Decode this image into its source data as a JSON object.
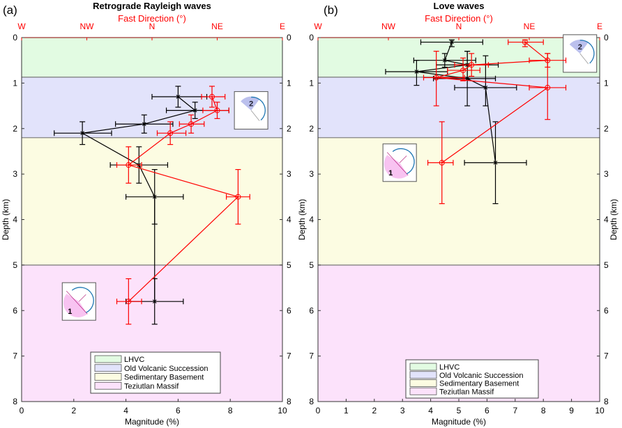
{
  "chart_data": [
    {
      "type": "scatter",
      "panel_label": "(a)",
      "title": "Retrograde Rayleigh waves",
      "subtitle": "Fast Direction (°)",
      "xlabel": "Magnitude (%)",
      "ylabel": "Depth (km)",
      "xlim": [
        0,
        10
      ],
      "ylim": [
        0,
        8
      ],
      "y_inverted": true,
      "x_ticks": [
        "0",
        "2",
        "4",
        "6",
        "8",
        "10"
      ],
      "y_ticks": [
        "0",
        "1",
        "2",
        "3",
        "4",
        "5",
        "6",
        "7",
        "8"
      ],
      "top_axis_ticks": [
        "W",
        "NW",
        "N",
        "NE",
        "E"
      ],
      "layers": [
        {
          "name": "LHVC",
          "top": 0,
          "bottom": 0.87,
          "color": "#e2fbe2"
        },
        {
          "name": "Old Volcanic Succession",
          "top": 0.87,
          "bottom": 2.2,
          "color": "#e2e3fb"
        },
        {
          "name": "Sedimentary Basement",
          "top": 2.2,
          "bottom": 5,
          "color": "#fcfce2"
        },
        {
          "name": "Teziutlan Massif",
          "top": 5,
          "bottom": 8,
          "color": "#fce2fb"
        }
      ],
      "series": [
        {
          "name": "Magnitude",
          "color": "#000000",
          "marker": "star",
          "points": [
            {
              "x": 6.0,
              "y": 1.3,
              "xerr": [
                5.0,
                7.1
              ],
              "yerr": [
                1.07,
                1.53
              ]
            },
            {
              "x": 6.65,
              "y": 1.6,
              "xerr": [
                5.55,
                7.95
              ],
              "yerr": [
                1.42,
                1.78
              ]
            },
            {
              "x": 4.7,
              "y": 1.9,
              "xerr": [
                3.6,
                5.8
              ],
              "yerr": [
                1.7,
                2.1
              ]
            },
            {
              "x": 2.33,
              "y": 2.1,
              "xerr": [
                1.25,
                3.45
              ],
              "yerr": [
                1.85,
                2.35
              ]
            },
            {
              "x": 4.5,
              "y": 2.8,
              "xerr": [
                3.4,
                5.6
              ],
              "yerr": [
                2.4,
                3.2
              ]
            },
            {
              "x": 5.1,
              "y": 3.5,
              "xerr": [
                4.0,
                6.2
              ],
              "yerr": [
                2.9,
                4.1
              ]
            },
            {
              "x": 5.1,
              "y": 5.8,
              "xerr": [
                4.0,
                6.2
              ],
              "yerr": [
                5.3,
                6.3
              ]
            }
          ]
        },
        {
          "name": "Fast Direction",
          "color": "#ff0000",
          "marker": "circle",
          "points": [
            {
              "x": 7.3,
              "y": 1.3,
              "xerr": [
                6.9,
                7.8
              ],
              "yerr": [
                1.07,
                1.53
              ]
            },
            {
              "x": 7.5,
              "y": 1.6,
              "xerr": [
                6.95,
                7.95
              ],
              "yerr": [
                1.42,
                1.78
              ]
            },
            {
              "x": 6.5,
              "y": 1.9,
              "xerr": [
                6.05,
                7.0
              ],
              "yerr": [
                1.7,
                2.1
              ]
            },
            {
              "x": 5.7,
              "y": 2.1,
              "xerr": [
                5.2,
                6.3
              ],
              "yerr": [
                1.85,
                2.35
              ]
            },
            {
              "x": 4.1,
              "y": 2.8,
              "xerr": [
                3.65,
                4.6
              ],
              "yerr": [
                2.4,
                3.2
              ]
            },
            {
              "x": 8.3,
              "y": 3.5,
              "xerr": [
                7.85,
                8.75
              ],
              "yerr": [
                2.9,
                4.1
              ]
            },
            {
              "x": 4.1,
              "y": 5.8,
              "xerr": [
                3.65,
                4.6
              ],
              "yerr": [
                5.3,
                6.3
              ]
            }
          ]
        }
      ],
      "insets": [
        {
          "label": "2",
          "layer": "Old Volcanic Succession",
          "depth": 1.6,
          "x": 8.8,
          "fill": "#aab0e8"
        },
        {
          "label": "1",
          "layer": "Teziutlan Massif",
          "depth": 5.8,
          "x": 2.2,
          "fill": "#f7b9ef"
        }
      ],
      "legend": {
        "placement": "bottom-center",
        "entries": [
          "LHVC",
          "Old Volcanic Succession",
          "Sedimentary Basement",
          "Teziutlan Massif"
        ]
      }
    },
    {
      "type": "scatter",
      "panel_label": "(b)",
      "title": "Love waves",
      "subtitle": "Fast Direction (°)",
      "xlabel": "Magnitude (%)",
      "ylabel": "Depth (km)",
      "xlim": [
        0,
        10
      ],
      "ylim": [
        0,
        8
      ],
      "y_inverted": true,
      "x_ticks": [
        "0",
        "1",
        "2",
        "3",
        "4",
        "5",
        "6",
        "7",
        "8",
        "9",
        "10"
      ],
      "y_ticks": [
        "0",
        "1",
        "2",
        "3",
        "4",
        "5",
        "6",
        "7",
        "8"
      ],
      "top_axis_ticks": [
        "W",
        "NW",
        "N",
        "NE",
        "E"
      ],
      "layers": [
        {
          "name": "LHVC",
          "top": 0,
          "bottom": 0.87,
          "color": "#e2fbe2"
        },
        {
          "name": "Old Volcanic Succession",
          "top": 0.87,
          "bottom": 2.2,
          "color": "#e2e3fb"
        },
        {
          "name": "Sedimentary Basement",
          "top": 2.2,
          "bottom": 5,
          "color": "#fcfce2"
        },
        {
          "name": "Teziutlan Massif",
          "top": 5,
          "bottom": 8,
          "color": "#fce2fb"
        }
      ],
      "series": [
        {
          "name": "Magnitude",
          "color": "#000000",
          "marker": "star",
          "points": [
            {
              "x": 4.75,
              "y": 0.1,
              "xerr": [
                3.65,
                5.85
              ],
              "yerr": [
                0.05,
                0.2
              ]
            },
            {
              "x": 4.5,
              "y": 0.5,
              "xerr": [
                3.4,
                5.6
              ],
              "yerr": [
                0.35,
                0.65
              ]
            },
            {
              "x": 5.3,
              "y": 0.6,
              "xerr": [
                4.2,
                6.4
              ],
              "yerr": [
                0.3,
                0.9
              ]
            },
            {
              "x": 3.5,
              "y": 0.75,
              "xerr": [
                2.4,
                4.6
              ],
              "yerr": [
                0.5,
                1.05
              ]
            },
            {
              "x": 5.3,
              "y": 0.9,
              "xerr": [
                4.1,
                6.3
              ],
              "yerr": [
                0.3,
                1.5
              ]
            },
            {
              "x": 5.95,
              "y": 1.1,
              "xerr": [
                4.85,
                7.05
              ],
              "yerr": [
                0.4,
                1.5
              ]
            },
            {
              "x": 6.3,
              "y": 2.75,
              "xerr": [
                5.2,
                7.4
              ],
              "yerr": [
                1.85,
                3.65
              ]
            }
          ]
        },
        {
          "name": "Fast Direction",
          "color": "#ff0000",
          "marker": "circle",
          "points": [
            {
              "x": 7.35,
              "y": 0.1,
              "xerr": [
                6.75,
                8.0
              ],
              "yerr": [
                0.05,
                0.2
              ]
            },
            {
              "x": 8.15,
              "y": 0.5,
              "xerr": [
                7.5,
                8.8
              ],
              "yerr": [
                0.35,
                0.65
              ]
            },
            {
              "x": 5.45,
              "y": 0.6,
              "xerr": [
                4.85,
                6.05
              ],
              "yerr": [
                0.35,
                0.85
              ]
            },
            {
              "x": 5.15,
              "y": 0.72,
              "xerr": [
                4.6,
                5.75
              ],
              "yerr": [
                0.45,
                0.95
              ]
            },
            {
              "x": 4.2,
              "y": 0.88,
              "xerr": [
                3.75,
                5.2
              ],
              "yerr": [
                0.3,
                1.5
              ]
            },
            {
              "x": 8.15,
              "y": 1.1,
              "xerr": [
                7.5,
                8.8
              ],
              "yerr": [
                0.35,
                1.8
              ]
            },
            {
              "x": 4.4,
              "y": 2.75,
              "xerr": [
                3.9,
                4.8
              ],
              "yerr": [
                1.85,
                3.65
              ]
            }
          ]
        }
      ],
      "insets": [
        {
          "label": "2",
          "layer": "LHVC",
          "depth": 0.35,
          "x": 9.3,
          "fill": "#aab0e8"
        },
        {
          "label": "1",
          "layer": "Sedimentary Basement",
          "depth": 2.75,
          "x": 2.9,
          "fill": "#f7b9ef"
        }
      ],
      "legend": {
        "placement": "bottom-center",
        "entries": [
          "LHVC",
          "Old Volcanic Succession",
          "Sedimentary Basement",
          "Teziutlan Massif"
        ]
      }
    }
  ]
}
